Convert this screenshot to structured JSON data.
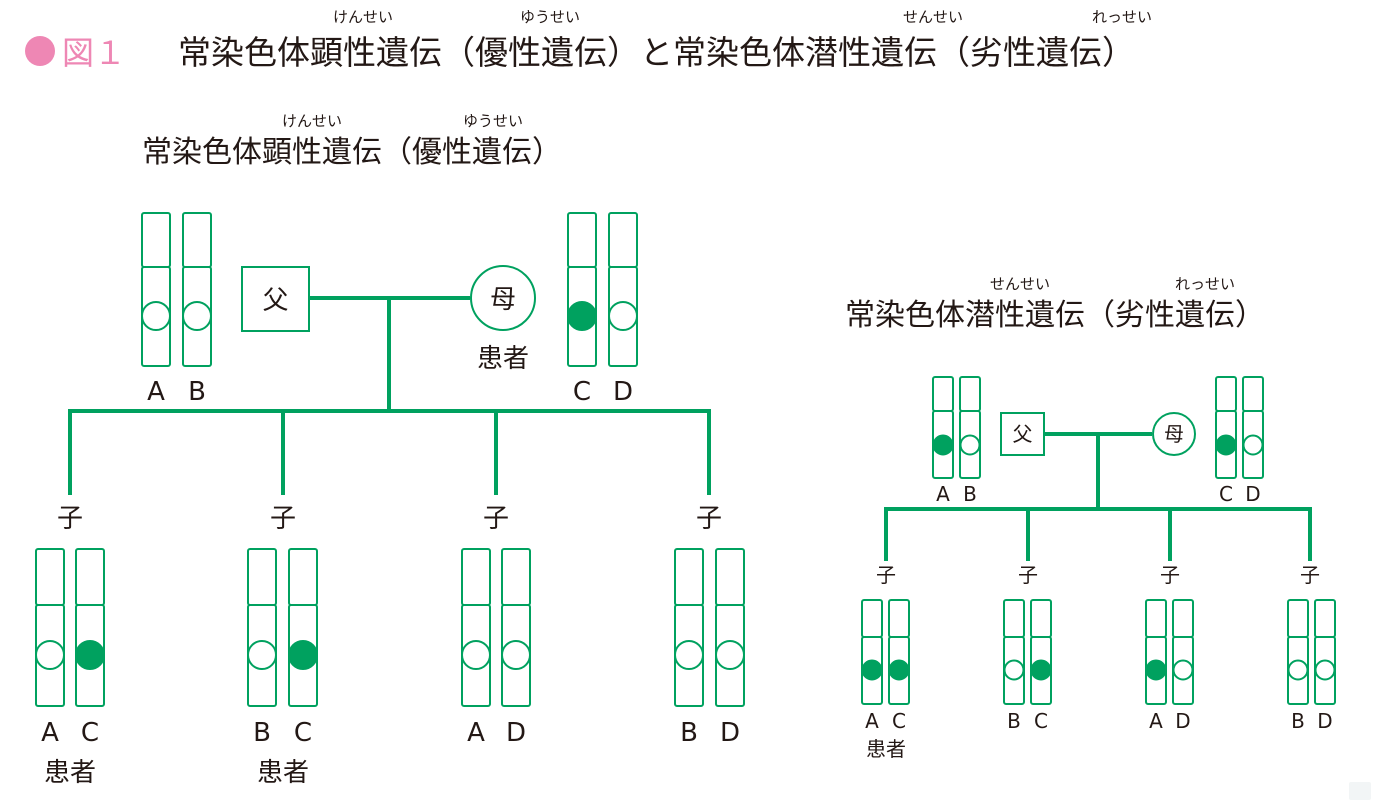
{
  "colors": {
    "accent": "#00a15f",
    "figure_label": "#ee87b4",
    "text": "#231815",
    "background": "#ffffff"
  },
  "header": {
    "bullet": "●",
    "figure_label": "図１",
    "title": "常染色体顕性遺伝（優性遺伝）と常染色体潜性遺伝（劣性遺伝）",
    "furigana": [
      "けんせい",
      "ゆうせい",
      "せんせい",
      "れっせい"
    ]
  },
  "dominant": {
    "title": "常染色体顕性遺伝（優性遺伝）",
    "furigana": [
      "けんせい",
      "ゆうせい"
    ],
    "father": {
      "symbol": "父",
      "alleles": [
        "A",
        "B"
      ]
    },
    "mother": {
      "symbol": "母",
      "status": "患者",
      "alleles": [
        "C",
        "D"
      ]
    },
    "child_label": "子",
    "children": [
      {
        "alleles": [
          "A",
          "C"
        ],
        "status": "患者"
      },
      {
        "alleles": [
          "B",
          "C"
        ],
        "status": "患者"
      },
      {
        "alleles": [
          "A",
          "D"
        ],
        "status": ""
      },
      {
        "alleles": [
          "B",
          "D"
        ],
        "status": ""
      }
    ]
  },
  "recessive": {
    "title": "常染色体潜性遺伝（劣性遺伝）",
    "furigana": [
      "せんせい",
      "れっせい"
    ],
    "father": {
      "symbol": "父",
      "alleles": [
        "A",
        "B"
      ]
    },
    "mother": {
      "symbol": "母",
      "alleles": [
        "C",
        "D"
      ]
    },
    "child_label": "子",
    "children": [
      {
        "alleles": [
          "A",
          "C"
        ],
        "status": "患者"
      },
      {
        "alleles": [
          "B",
          "C"
        ],
        "status": ""
      },
      {
        "alleles": [
          "A",
          "D"
        ],
        "status": ""
      },
      {
        "alleles": [
          "B",
          "D"
        ],
        "status": ""
      }
    ]
  }
}
